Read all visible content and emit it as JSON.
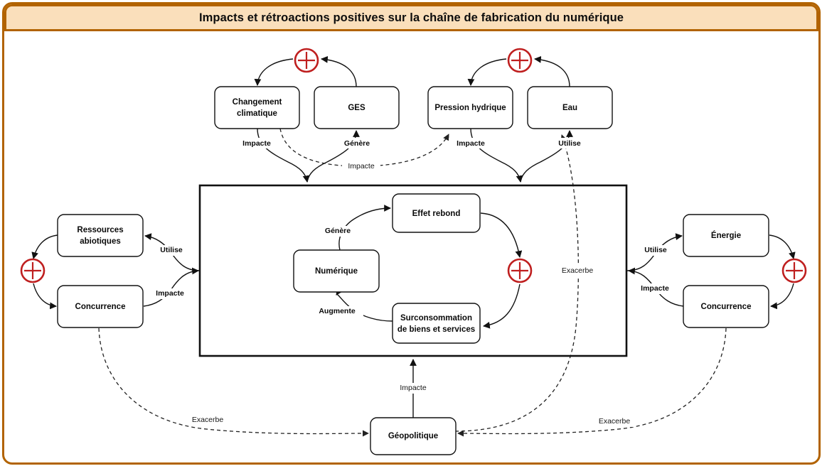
{
  "header": {
    "title": "Impacts et rétroactions positives sur la chaîne de fabrication du numérique",
    "bg_color": "#fadfbb",
    "border_color": "#b26300"
  },
  "colors": {
    "node_stroke": "#111111",
    "plus_marker": "#bf1f1f",
    "edge": "#111111",
    "dashed_edge": "#222222"
  },
  "nodes": {
    "changement_climatique": "Changement\nclimatique",
    "changement_climatique_line1": "Changement",
    "changement_climatique_line2": "climatique",
    "ges": "GES",
    "pression_hydrique": "Pression hydrique",
    "eau": "Eau",
    "ressources_abiotiques_line1": "Ressources",
    "ressources_abiotiques_line2": "abiotiques",
    "concurrence_gauche": "Concurrence",
    "energie": "Énergie",
    "concurrence_droite": "Concurrence",
    "effet_rebond": "Effet rebond",
    "numerique": "Numérique",
    "surconsommation_line1": "Surconsommation",
    "surconsommation_line2": "de biens et services",
    "geopolitique": "Géopolitique"
  },
  "edge_labels": {
    "cc_impacte": "Impacte",
    "ges_genere": "Génère",
    "cc_impacte_dashed": "Impacte",
    "ph_impacte": "Impacte",
    "eau_utilise": "Utilise",
    "ra_utilise": "Utilise",
    "conc_g_impacte": "Impacte",
    "energie_utilise": "Utilise",
    "conc_d_impacte": "Impacte",
    "num_genere": "Génère",
    "surcons_augmente": "Augmente",
    "geo_impacte": "Impacte",
    "exacerbe_center": "Exacerbe",
    "exacerbe_left": "Exacerbe",
    "exacerbe_right": "Exacerbe"
  },
  "markers": {
    "plus_top_left": "+",
    "plus_top_right": "+",
    "plus_left": "+",
    "plus_right": "+",
    "plus_center": "+"
  }
}
